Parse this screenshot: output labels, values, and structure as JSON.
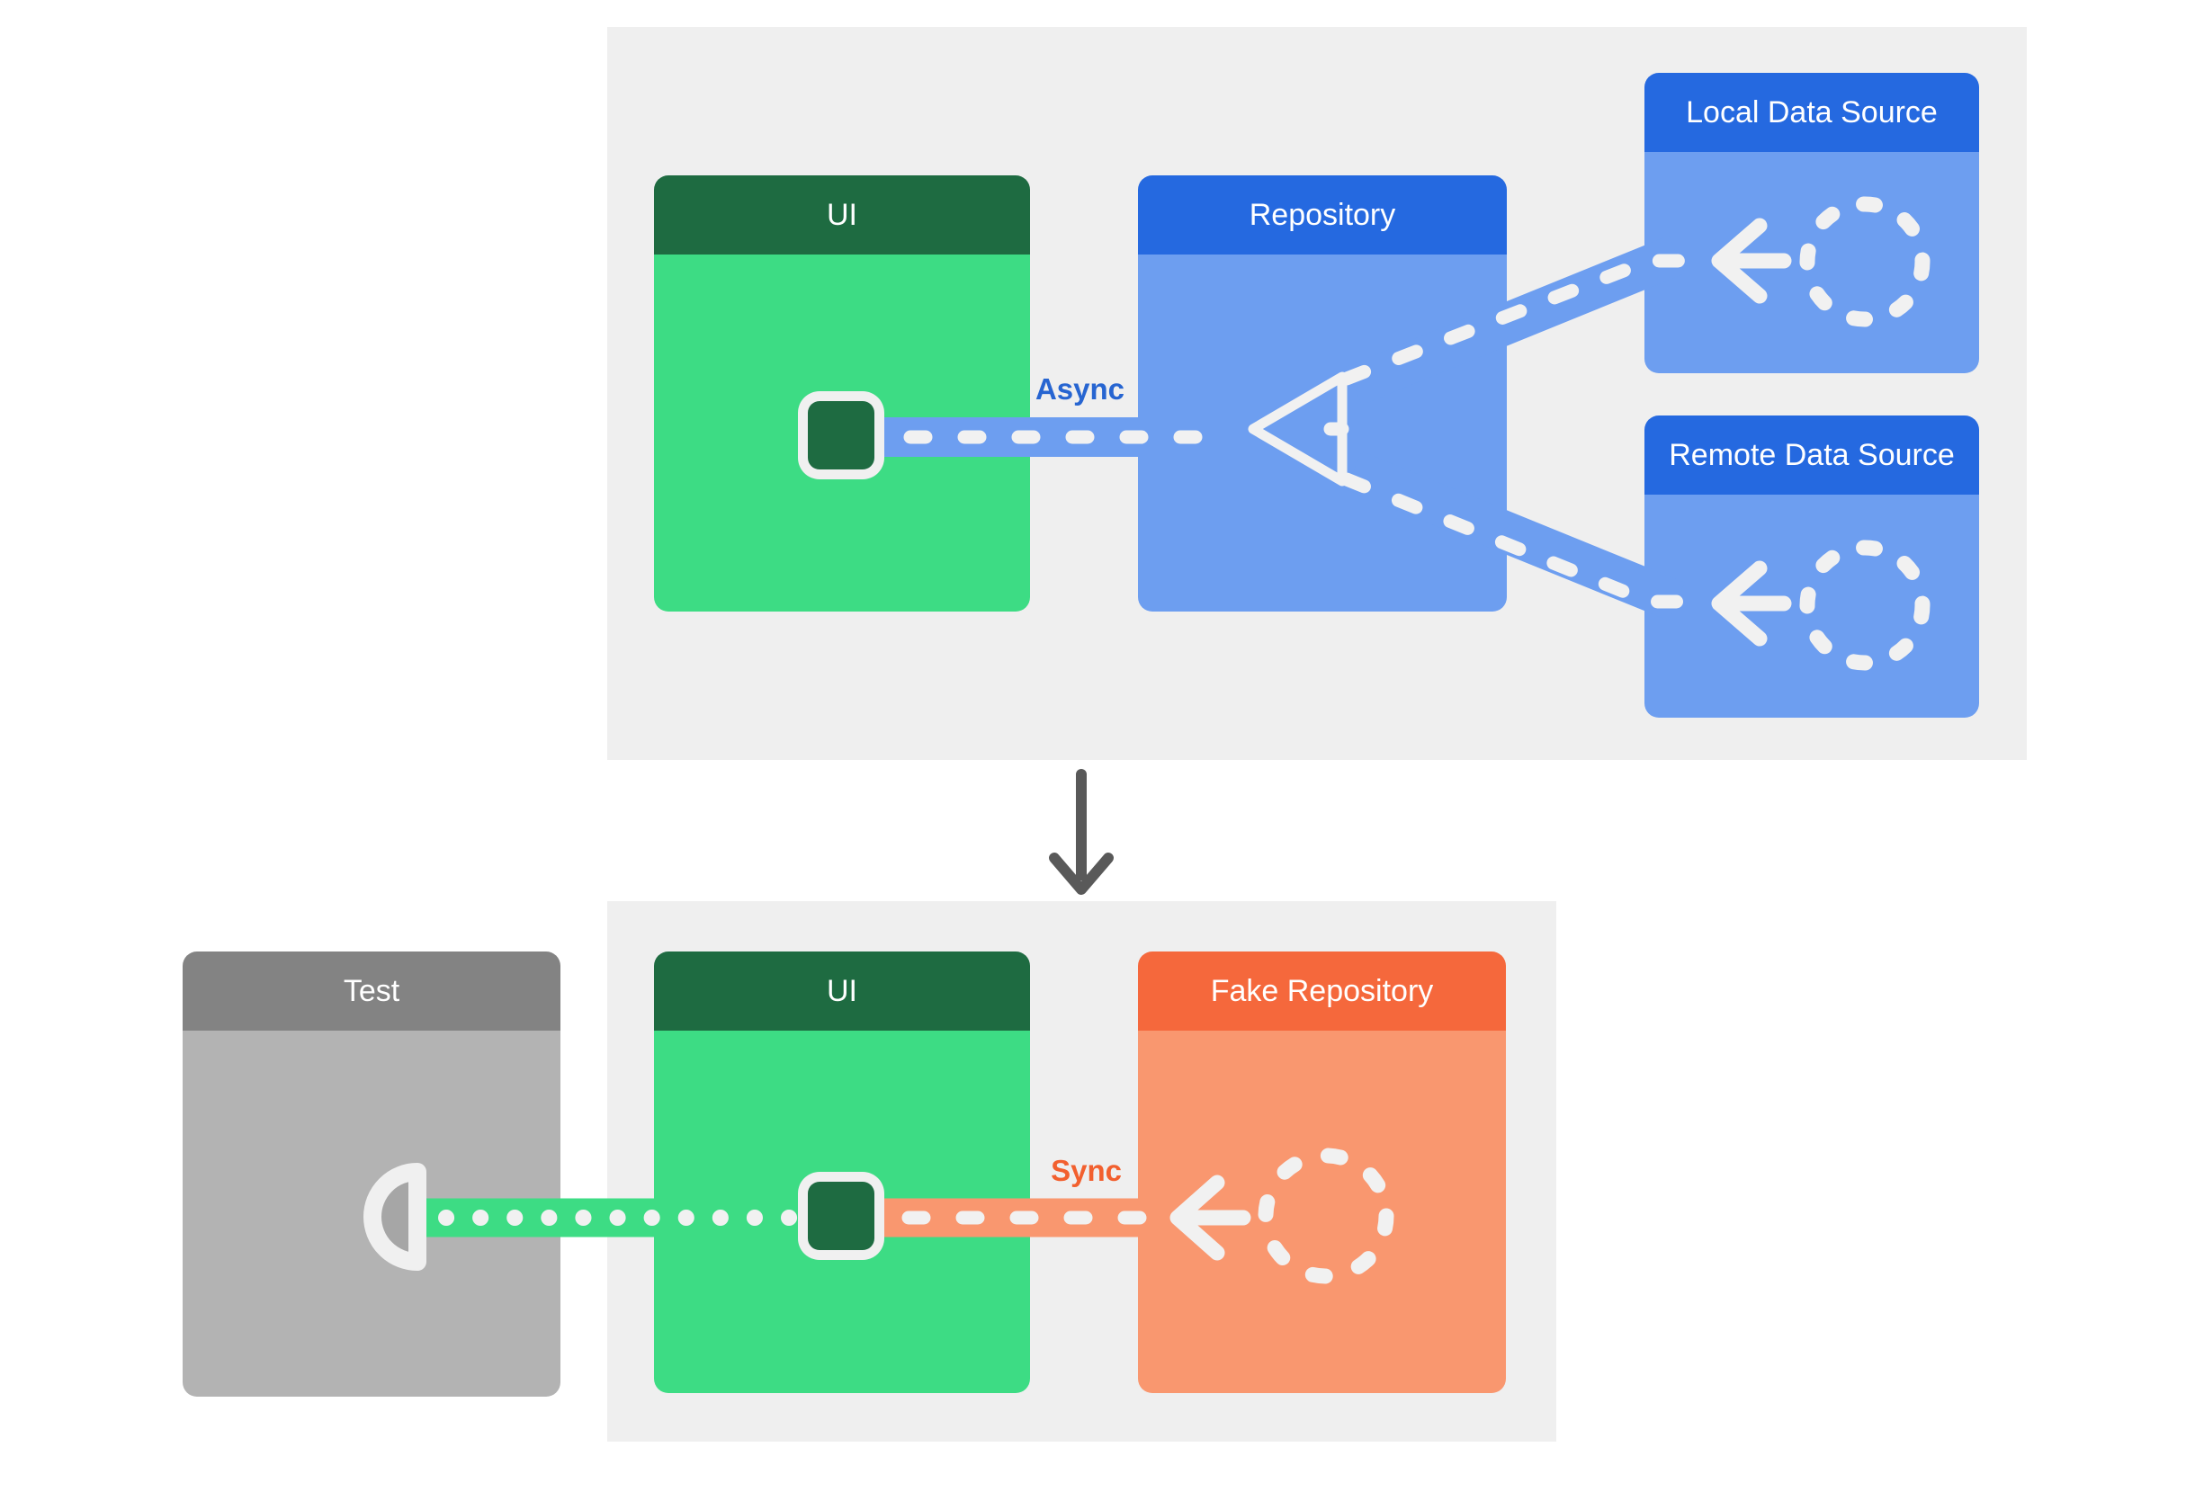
{
  "top_flow": {
    "ui": {
      "title": "UI"
    },
    "repository": {
      "title": "Repository"
    },
    "local_data_source": {
      "title": "Local Data Source"
    },
    "remote_data_source": {
      "title": "Remote Data Source"
    },
    "connection_label": "Async"
  },
  "bottom_flow": {
    "test": {
      "title": "Test"
    },
    "ui": {
      "title": "UI"
    },
    "fake_repository": {
      "title": "Fake Repository"
    },
    "connection_label": "Sync"
  },
  "icons": {
    "merge_triangle": "triangle-left-outline",
    "data_source_circle": "dashed-circle",
    "flow_arrow": "arrow-left",
    "ui_port": "rounded-square-port",
    "test_socket": "half-circle-socket",
    "panel_transition": "arrow-down"
  },
  "colors": {
    "panel_background": "#efefef",
    "ui_header": "#1e6b41",
    "ui_body": "#3ddc84",
    "repository_header": "#2569e0",
    "repository_body": "#6d9ef0",
    "data_source_header": "#2569e0",
    "data_source_body": "#6d9ef0",
    "test_header": "#838383",
    "test_body": "#b3b3b3",
    "fake_repository_header": "#f5683c",
    "fake_repository_body": "#f9976f",
    "async_label_text": "#2765d1",
    "sync_label_text": "#f2602f",
    "connector_dash": "#f1f1f1",
    "down_arrow": "#595959"
  }
}
